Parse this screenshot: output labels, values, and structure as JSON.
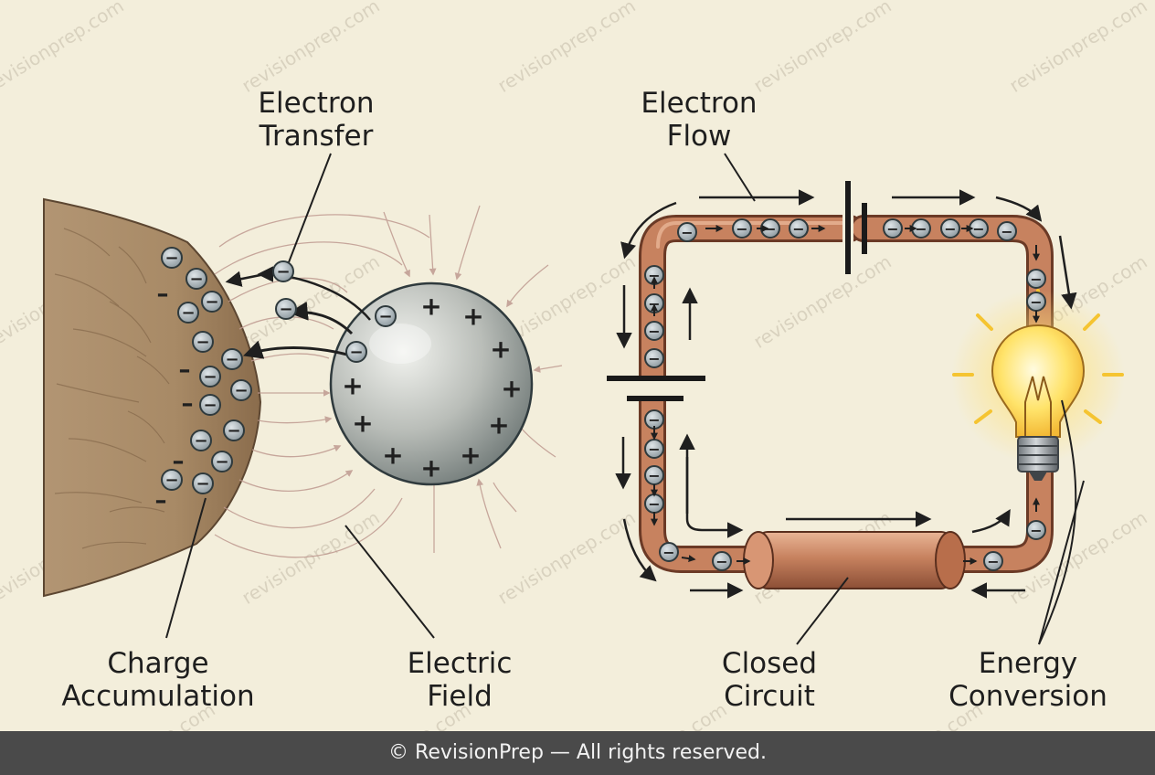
{
  "labels": {
    "electron_transfer": [
      "Electron",
      "Transfer"
    ],
    "electron_flow": [
      "Electron",
      "Flow"
    ],
    "charge_accumulation": [
      "Charge",
      "Accumulation"
    ],
    "electric_field": [
      "Electric",
      "Field"
    ],
    "closed_circuit": [
      "Closed",
      "Circuit"
    ],
    "energy_conversion": [
      "Energy",
      "Conversion"
    ]
  },
  "symbols": {
    "electron": "−",
    "positive": "+",
    "negative": "–"
  },
  "footer": {
    "text": "© RevisionPrep — All rights reserved."
  },
  "watermark": {
    "text": "revisionprep.com"
  },
  "colors": {
    "background": "#f3eedb",
    "fur": "#a88a66",
    "sphere": "#b9bdb8",
    "copper": "#c7825f",
    "electron": "#a7b1b6",
    "field_line": "#bf9a90",
    "bulb_glow": "#ffd642",
    "footer_bg": "#4a4a4a"
  }
}
